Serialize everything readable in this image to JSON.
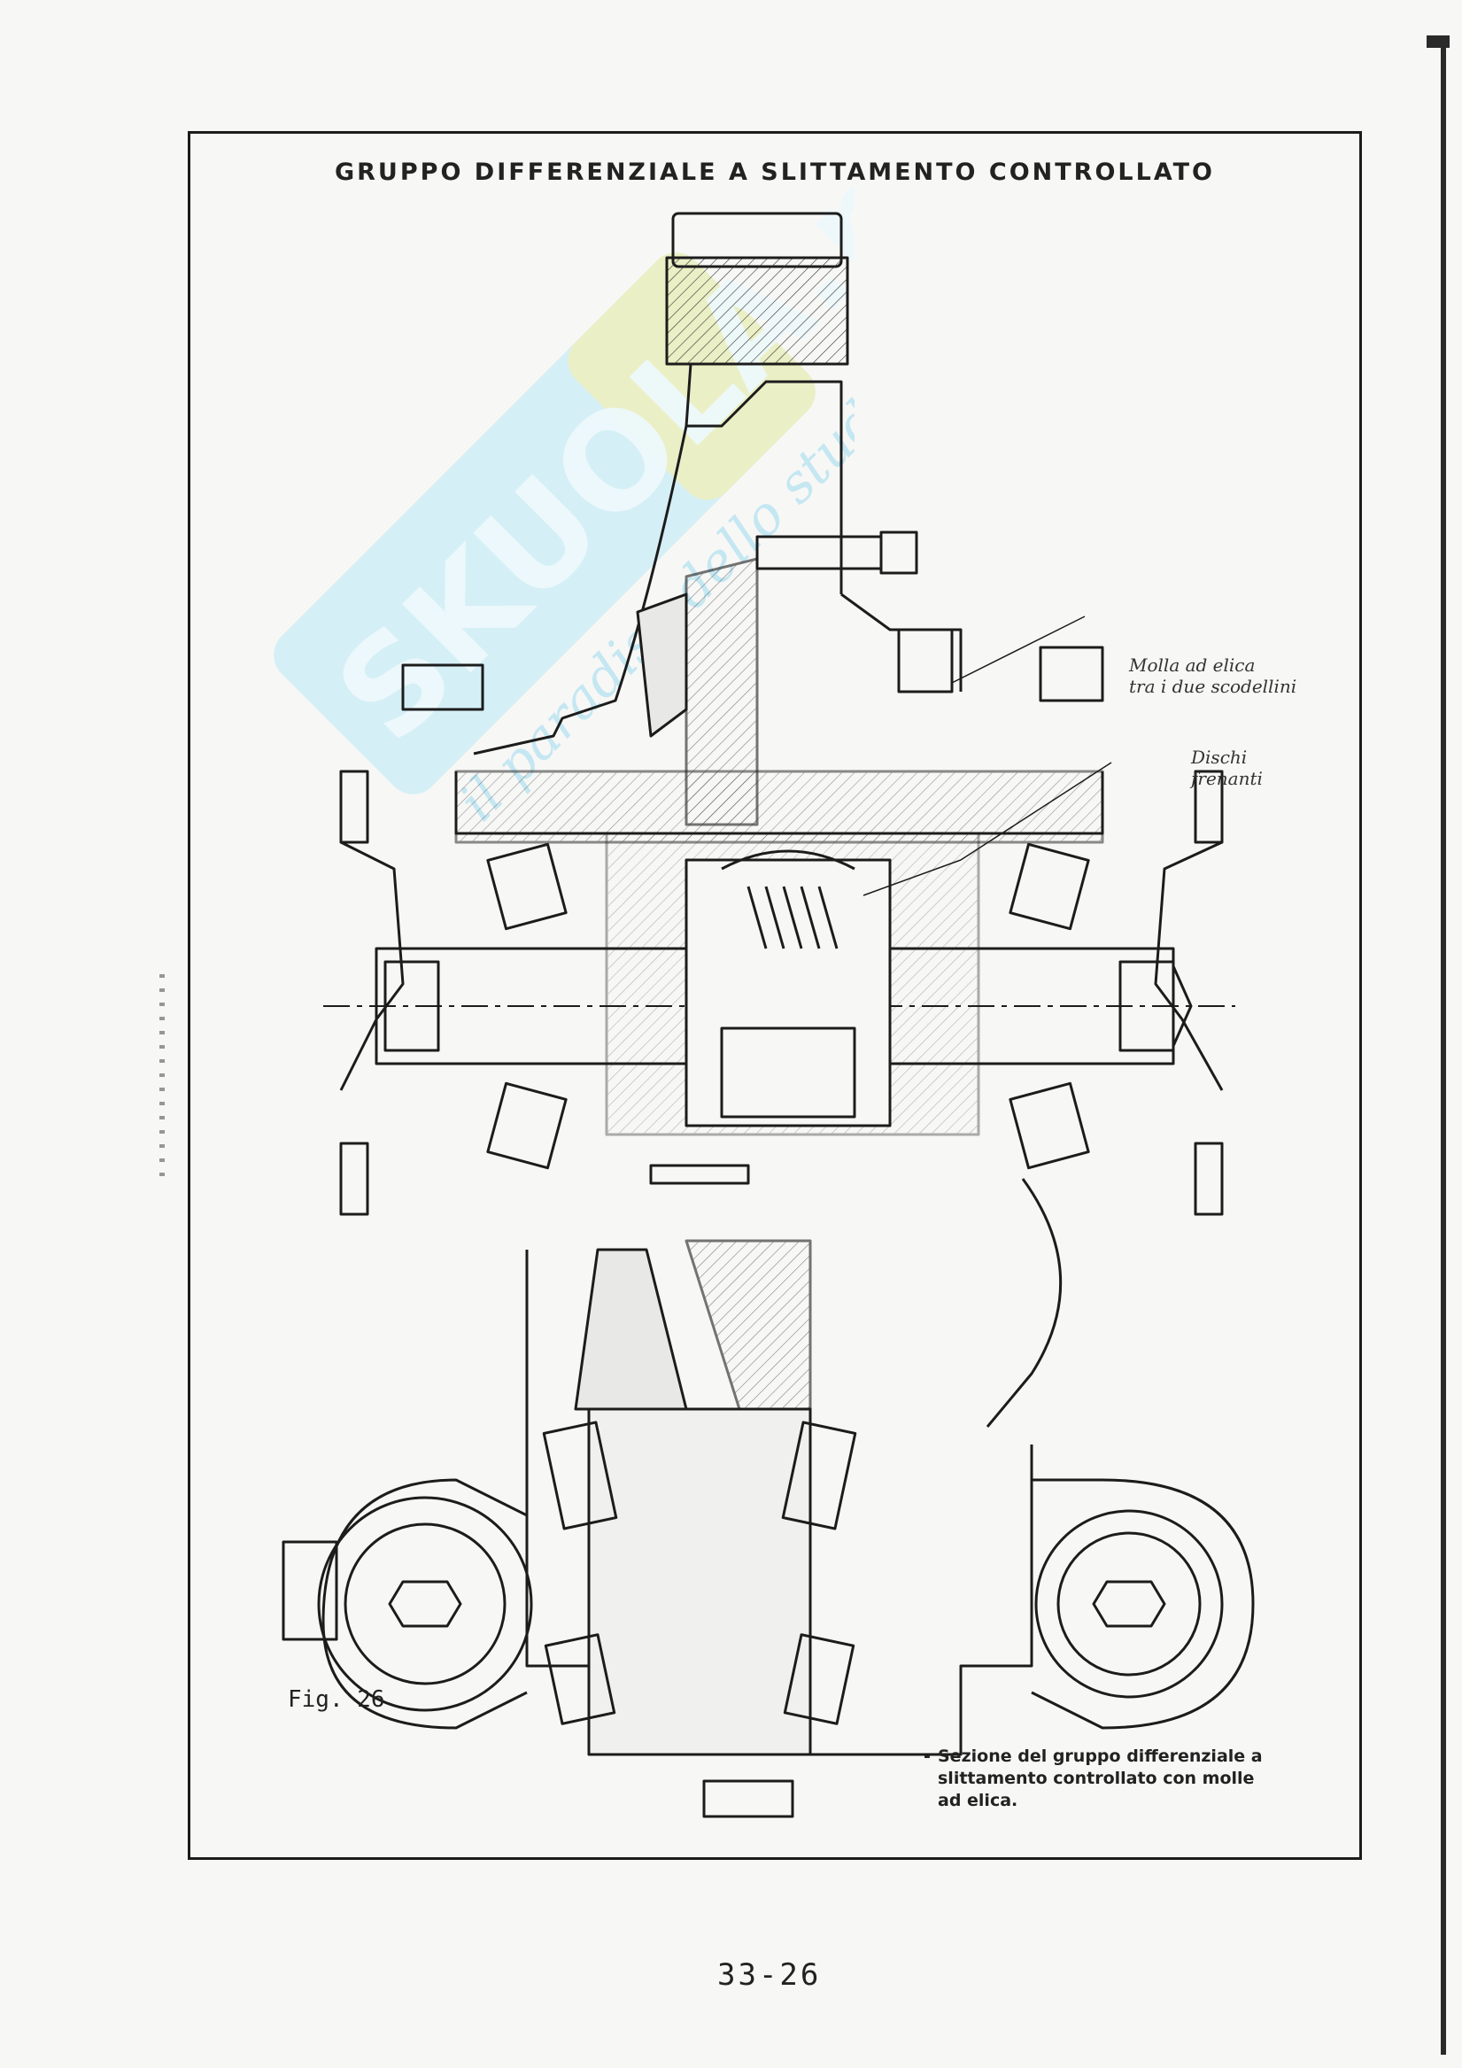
{
  "document": {
    "title": "GRUPPO DIFFERENZIALE A SLITTAMENTO CONTROLLATO",
    "figure_label": "Fig. 26",
    "caption_lines": [
      "Sezione del gruppo differenziale a",
      "slittamento controllato con molle",
      "ad elica."
    ],
    "page_number": "33-26"
  },
  "annotations": {
    "spring_note": [
      "Molla ad elica",
      "tra i due scodellini"
    ],
    "discs_note": [
      "Dischi",
      "frenanti"
    ]
  },
  "watermark": {
    "brand": "SKUOLA.net",
    "tagline": "il paradiso dello studente"
  },
  "colors": {
    "ink": "#1c1c1c",
    "watermark": "#bfe6f2",
    "watermark_accent": "#f4efb0",
    "paper": "#f7f7f5"
  }
}
